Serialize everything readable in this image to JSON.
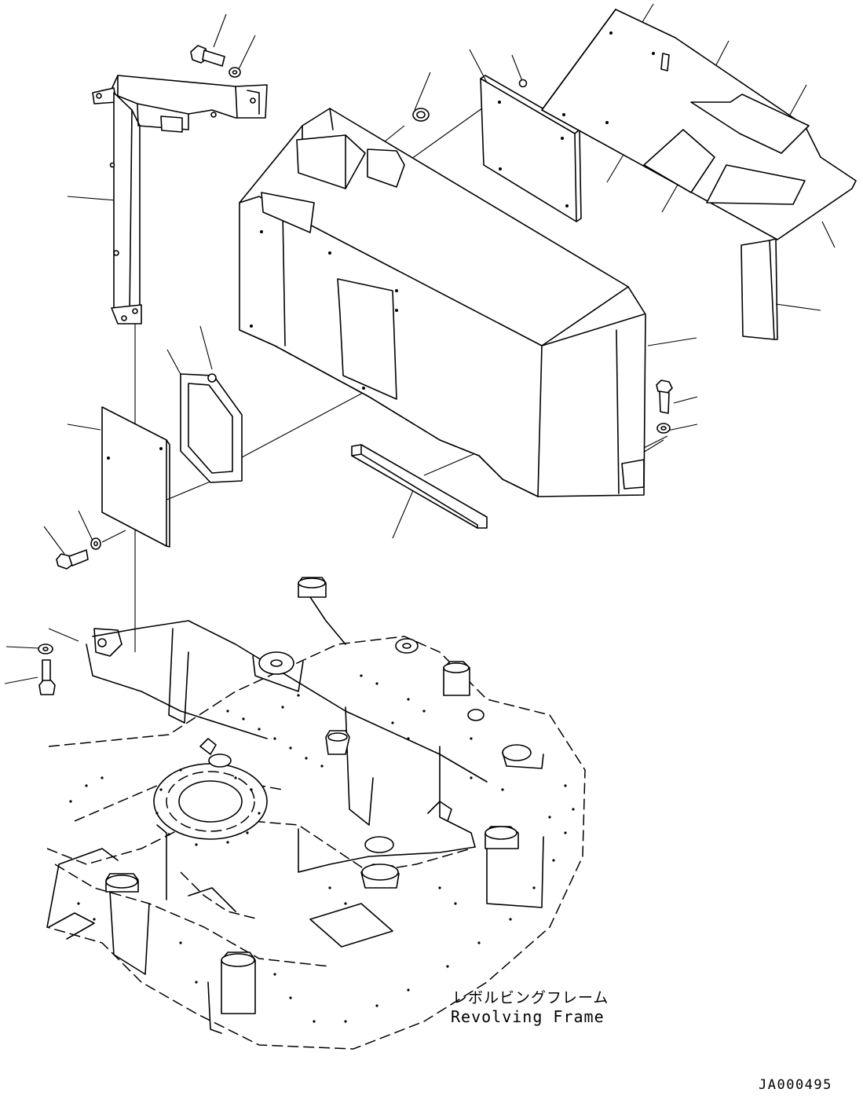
{
  "labels": {
    "frame_jp": "レボルビングフレーム",
    "frame_en": "Revolving Frame",
    "drawing_code": "JA000495"
  },
  "icons": {
    "bolt": "hex-bolt-icon",
    "washer": "washer-icon",
    "nut": "nut-icon"
  },
  "colors": {
    "line": "#000000",
    "background": "#ffffff"
  }
}
